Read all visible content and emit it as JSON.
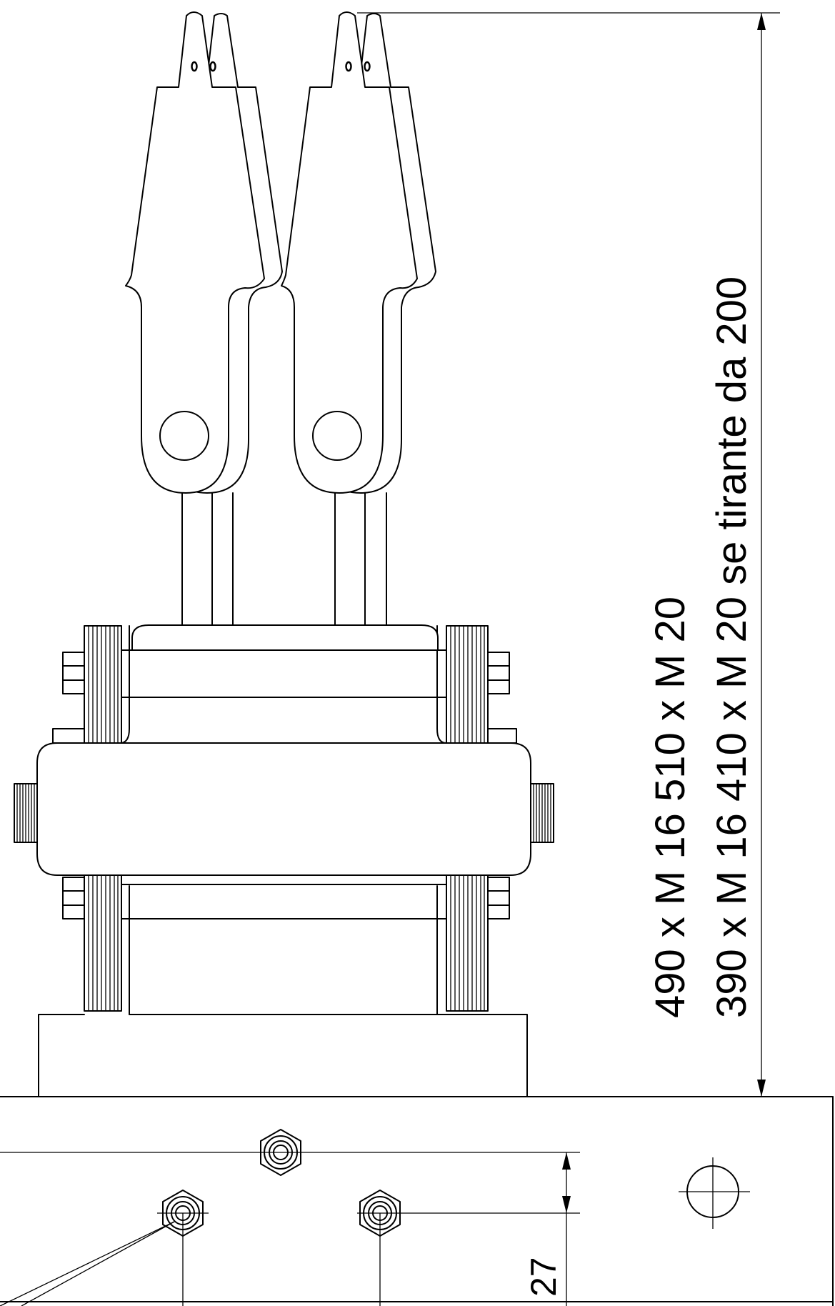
{
  "annotations": {
    "dim_line1": "490 x M 16   510 x M 20",
    "dim_line2": "390 x M 16   410 x M 20 se tirante da 200",
    "dim_27": "27"
  }
}
